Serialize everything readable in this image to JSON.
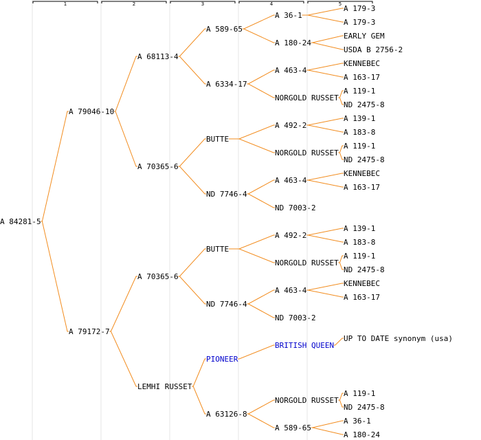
{
  "columns": [
    "1",
    "2",
    "3",
    "4",
    "5"
  ],
  "colors": {
    "edge": "#f28c1e",
    "link": "#0000cc",
    "text": "#000000",
    "separator": "#e6e6e6"
  },
  "tree": {
    "label": "A 84281-5",
    "children": [
      {
        "label": "A 79046-10",
        "children": [
          {
            "label": "A 68113-4",
            "children": [
              {
                "label": "A 589-65",
                "children": [
                  {
                    "label": "A 36-1",
                    "children": [
                      {
                        "label": "A 179-3"
                      },
                      {
                        "label": "A 179-3"
                      }
                    ]
                  },
                  {
                    "label": "A 180-24",
                    "children": [
                      {
                        "label": "EARLY GEM"
                      },
                      {
                        "label": "USDA B 2756-2"
                      }
                    ]
                  }
                ]
              },
              {
                "label": "A 6334-17",
                "children": [
                  {
                    "label": "A 463-4",
                    "children": [
                      {
                        "label": "KENNEBEC"
                      },
                      {
                        "label": "A 163-17"
                      }
                    ]
                  },
                  {
                    "label": "NORGOLD RUSSET",
                    "children": [
                      {
                        "label": "A 119-1"
                      },
                      {
                        "label": "ND 2475-8"
                      }
                    ]
                  }
                ]
              }
            ]
          },
          {
            "label": "A 70365-6",
            "children": [
              {
                "label": "BUTTE",
                "children": [
                  {
                    "label": "A 492-2",
                    "children": [
                      {
                        "label": "A 139-1"
                      },
                      {
                        "label": "A 183-8"
                      }
                    ]
                  },
                  {
                    "label": "NORGOLD RUSSET",
                    "children": [
                      {
                        "label": "A 119-1"
                      },
                      {
                        "label": "ND 2475-8"
                      }
                    ]
                  }
                ]
              },
              {
                "label": "ND 7746-4",
                "children": [
                  {
                    "label": "A 463-4",
                    "children": [
                      {
                        "label": "KENNEBEC"
                      },
                      {
                        "label": "A 163-17"
                      }
                    ]
                  },
                  {
                    "label": "ND 7003-2"
                  }
                ]
              }
            ]
          }
        ]
      },
      {
        "label": "A 79172-7",
        "children": [
          {
            "label": "A 70365-6",
            "children": [
              {
                "label": "BUTTE",
                "children": [
                  {
                    "label": "A 492-2",
                    "children": [
                      {
                        "label": "A 139-1"
                      },
                      {
                        "label": "A 183-8"
                      }
                    ]
                  },
                  {
                    "label": "NORGOLD RUSSET",
                    "children": [
                      {
                        "label": "A 119-1"
                      },
                      {
                        "label": "ND 2475-8"
                      }
                    ]
                  }
                ]
              },
              {
                "label": "ND 7746-4",
                "children": [
                  {
                    "label": "A 463-4",
                    "children": [
                      {
                        "label": "KENNEBEC"
                      },
                      {
                        "label": "A 163-17"
                      }
                    ]
                  },
                  {
                    "label": "ND 7003-2"
                  }
                ]
              }
            ]
          },
          {
            "label": "LEMHI RUSSET",
            "children": [
              {
                "label": "PIONEER",
                "link": true,
                "children": [
                  {
                    "label": "BRITISH QUEEN",
                    "link": true,
                    "children": [
                      {
                        "label": "UP TO DATE synonym (usa)"
                      }
                    ]
                  }
                ]
              },
              {
                "label": "A 63126-8",
                "children": [
                  {
                    "label": "NORGOLD RUSSET",
                    "children": [
                      {
                        "label": "A 119-1"
                      },
                      {
                        "label": "ND 2475-8"
                      }
                    ]
                  },
                  {
                    "label": "A 589-65",
                    "children": [
                      {
                        "label": "A 36-1"
                      },
                      {
                        "label": "A 180-24"
                      }
                    ]
                  }
                ]
              }
            ]
          }
        ]
      }
    ]
  }
}
